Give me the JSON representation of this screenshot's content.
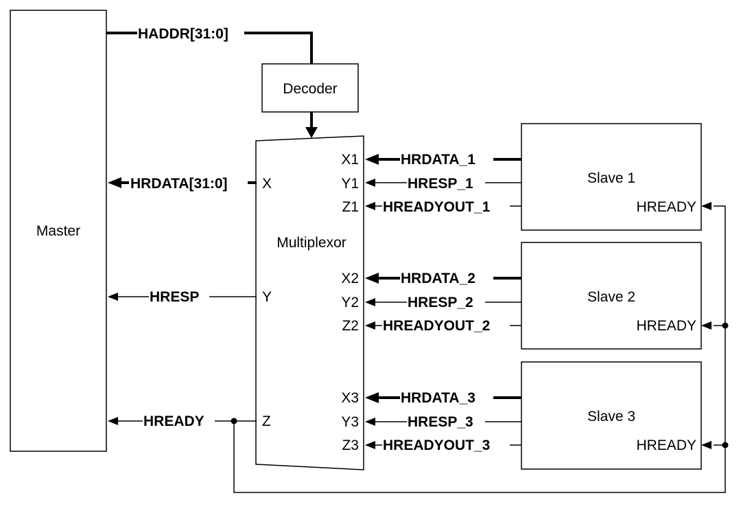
{
  "blocks": {
    "master": "Master",
    "decoder": "Decoder",
    "multiplexor": "Multiplexor",
    "slave1": "Slave 1",
    "slave2": "Slave 2",
    "slave3": "Slave 3"
  },
  "mux_ports": {
    "left": [
      "X",
      "Y",
      "Z"
    ],
    "right": [
      "X1",
      "Y1",
      "Z1",
      "X2",
      "Y2",
      "Z2",
      "X3",
      "Y3",
      "Z3"
    ]
  },
  "slave_port": "HREADY",
  "signals": {
    "haddr": "HADDR[31:0]",
    "hrdata": "HRDATA[31:0]",
    "hresp": "HRESP",
    "hready": "HREADY",
    "slave1": [
      "HRDATA_1",
      "HRESP_1",
      "HREADYOUT_1"
    ],
    "slave2": [
      "HRDATA_2",
      "HRESP_2",
      "HREADYOUT_2"
    ],
    "slave3": [
      "HRDATA_3",
      "HRESP_3",
      "HREADYOUT_3"
    ]
  }
}
